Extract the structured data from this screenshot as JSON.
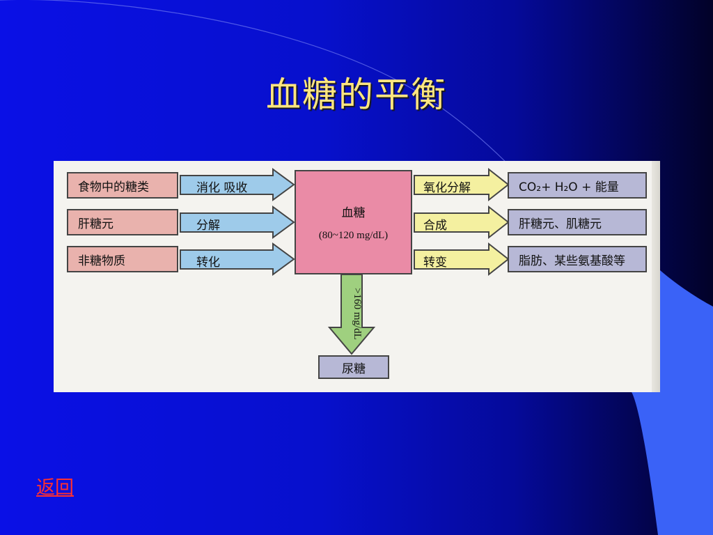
{
  "slide": {
    "title": "血糖的平衡",
    "back_link": "返回"
  },
  "diagram": {
    "center": {
      "title": "血糖",
      "range": "(80~120 mg/dL)"
    },
    "sources": [
      {
        "label": "食物中的糖类",
        "process": "消化  吸收"
      },
      {
        "label": "肝糖元",
        "process": "分解"
      },
      {
        "label": "非糖物质",
        "process": "转化"
      }
    ],
    "outputs": [
      {
        "process": "氧化分解",
        "label": "CO₂+ H₂O + 能量"
      },
      {
        "process": "合成",
        "label": "肝糖元、肌糖元"
      },
      {
        "process": "转变",
        "label": "脂肪、某些氨基酸等"
      }
    ],
    "excretion": {
      "condition": ">160 mg/dL",
      "label": "尿糖"
    }
  },
  "colors": {
    "source_box": "#e9b2ad",
    "output_box": "#b7b8d6",
    "center_box": "#ea8ba6",
    "input_arrow": "#9ecbea",
    "output_arrow": "#f4f0a0",
    "down_arrow": "#9fd07f",
    "title": "#ffe680",
    "link": "#ff3030"
  }
}
